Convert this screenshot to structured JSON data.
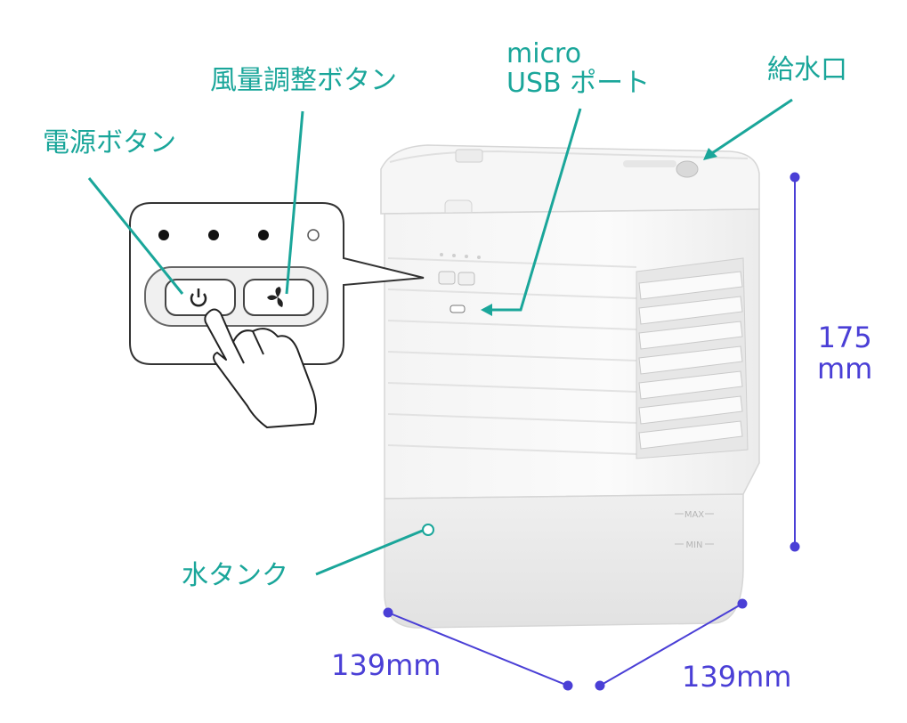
{
  "labels": {
    "power_button": "電源ボタン",
    "fan_button": "風量調整ボタン",
    "usb_port_line1": "micro",
    "usb_port_line2": "USB ポート",
    "water_inlet": "給水口",
    "water_tank": "水タンク"
  },
  "dimensions": {
    "height_value": "175",
    "height_unit": "mm",
    "width": "139mm",
    "depth": "139mm"
  },
  "tank_marks": {
    "max": "MAX",
    "min": "MIN"
  },
  "colors": {
    "callout_teal": "#1aa69a",
    "dimension_blue": "#4a3fd6"
  }
}
